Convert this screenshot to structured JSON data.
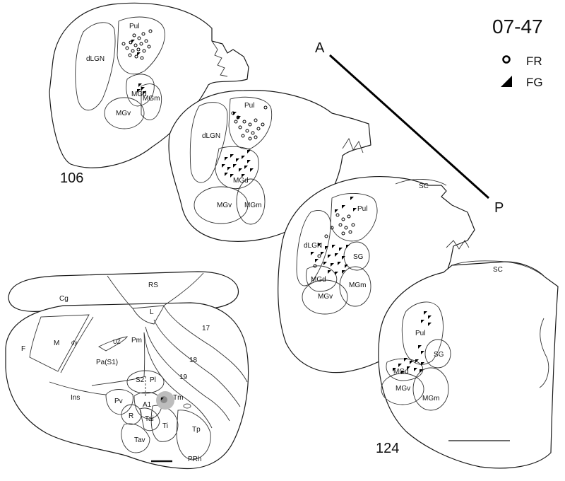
{
  "case_id": "07-47",
  "axis": {
    "anterior": "A",
    "posterior": "P"
  },
  "legend": [
    {
      "symbol": "open-circle",
      "label": "FR"
    },
    {
      "symbol": "filled-triangle",
      "label": "FG"
    }
  ],
  "sections": {
    "first_number": "106",
    "last_number": "124",
    "s1": {
      "pul": "Pul",
      "dlgn": "dLGN",
      "mgd": "MGd",
      "mgm": "MGm",
      "mgv": "MGv"
    },
    "s2": {
      "pul": "Pul",
      "dlgn": "dLGN",
      "mgd": "MGd",
      "mgv": "MGv",
      "mgm": "MGm"
    },
    "s3": {
      "sc": "SC",
      "pul": "Pul",
      "dlgn": "dLGN",
      "sg": "SG",
      "mgd": "MGd",
      "mgm": "MGm",
      "mgv": "MGv"
    },
    "s4": {
      "sc": "SC",
      "pul": "Pul",
      "sg": "SG",
      "mgd": "MGd",
      "mgv": "MGv",
      "mgm": "MGm"
    }
  },
  "cortex": {
    "areas": [
      "Cg",
      "RS",
      "L",
      "17",
      "18",
      "19",
      "F",
      "M",
      "dy",
      "UZ",
      "Pa(S1)",
      "Pm",
      "S2",
      "Pl",
      "Tm",
      "Ins",
      "Pv",
      "A1",
      "R",
      "Tai",
      "Ti",
      "Tp",
      "Tav",
      "PRh"
    ]
  },
  "colors": {
    "ink": "#111111",
    "injection_halo": "#bdbdbd",
    "injection_core": "#8c8c8c"
  }
}
